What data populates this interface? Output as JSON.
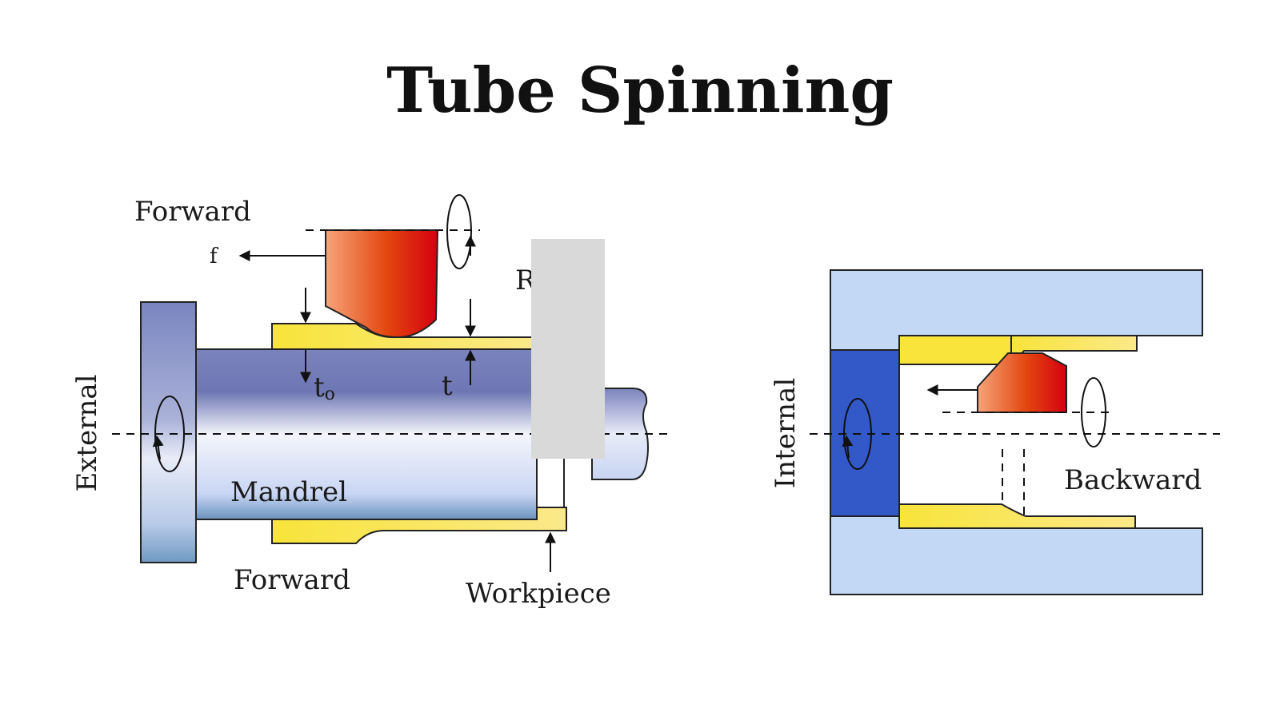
{
  "title": "Tube Spinning",
  "external": {
    "side_label": "External",
    "top_label": "Forward",
    "feed_label": "f",
    "roller_label_partial": "R",
    "t0_label": "t",
    "t0_subscript": "o",
    "t_label": "t",
    "mandrel_label": "Mandrel",
    "bottom_label": "Forward",
    "workpiece_label": "Workpiece"
  },
  "internal": {
    "side_label": "Internal",
    "direction_label": "Backward"
  },
  "colors": {
    "workpiece": "#f7e23a",
    "roller_light": "#f4a070",
    "roller_dark": "#d80010",
    "mandrel_dark": "#6b74b0",
    "mandrel_light": "#dfe4f5",
    "die": "#c2d8f5",
    "internal_mandrel": "#3358c8",
    "occluder": "#d9d9d9"
  }
}
